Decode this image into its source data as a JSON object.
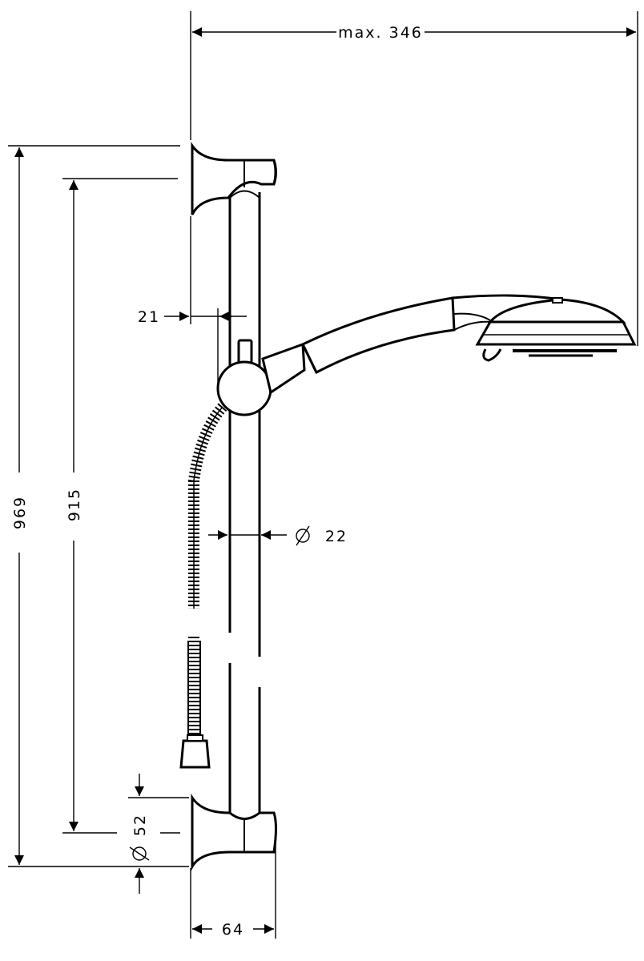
{
  "drawing": {
    "title": "Shower rail set technical drawing",
    "units": "mm",
    "colors": {
      "line": "#000000",
      "background": "#ffffff"
    }
  },
  "dimensions": {
    "max_width": {
      "label": "max. 346",
      "value": 346,
      "prefix": "max."
    },
    "overall_height": {
      "label": "969",
      "value": 969
    },
    "rail_length": {
      "label": "915",
      "value": 915
    },
    "wall_offset": {
      "label": "21",
      "value": 21
    },
    "rail_diameter": {
      "label": "22",
      "value": 22,
      "symbol": "⌀"
    },
    "bracket_diameter": {
      "label": "52",
      "value": 52,
      "symbol": "⌀"
    },
    "bracket_projection": {
      "label": "64",
      "value": 64
    }
  },
  "components": [
    {
      "name": "top-wall-bracket"
    },
    {
      "name": "slide-rail"
    },
    {
      "name": "slider-holder"
    },
    {
      "name": "hand-shower"
    },
    {
      "name": "shower-hose"
    },
    {
      "name": "bottom-wall-bracket"
    }
  ]
}
